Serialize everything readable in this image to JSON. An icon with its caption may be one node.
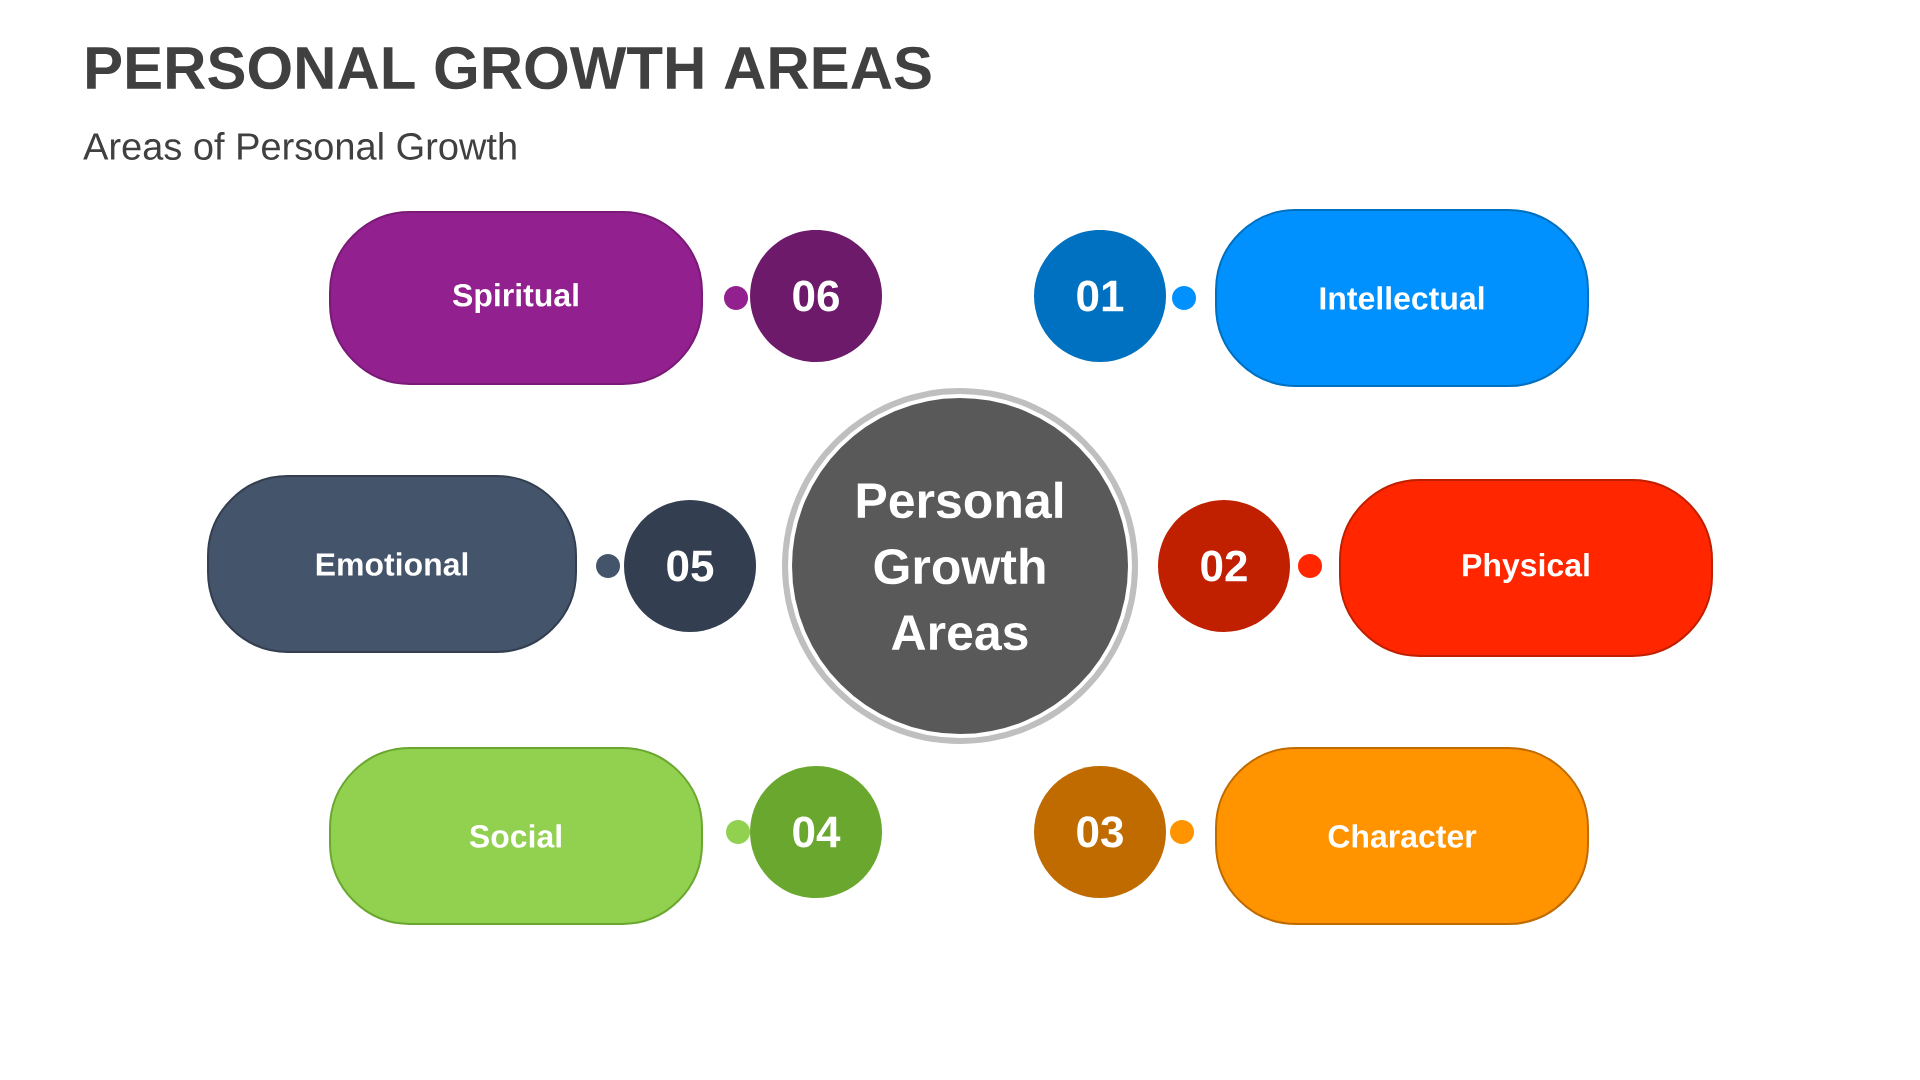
{
  "diagram": {
    "title": "PERSONAL GROWTH AREAS",
    "caption": "Areas of Personal Growth",
    "nodes": [
      {
        "text": [
          "Spiritual"
        ]
      },
      {
        "text": [
          "06"
        ]
      },
      {
        "text": [
          "01"
        ]
      },
      {
        "text": [
          "Intellectual"
        ]
      },
      {
        "text": [
          "Emotional"
        ]
      },
      {
        "text": [
          "05"
        ]
      },
      {
        "text": [
          "Personal Growth Areas"
        ]
      },
      {
        "text": [
          "02"
        ]
      },
      {
        "text": [
          "Physical"
        ]
      },
      {
        "text": [
          "Social"
        ]
      },
      {
        "text": [
          "04"
        ]
      },
      {
        "text": [
          "03"
        ]
      },
      {
        "text": [
          "Character"
        ]
      }
    ],
    "edges": []
  }
}
